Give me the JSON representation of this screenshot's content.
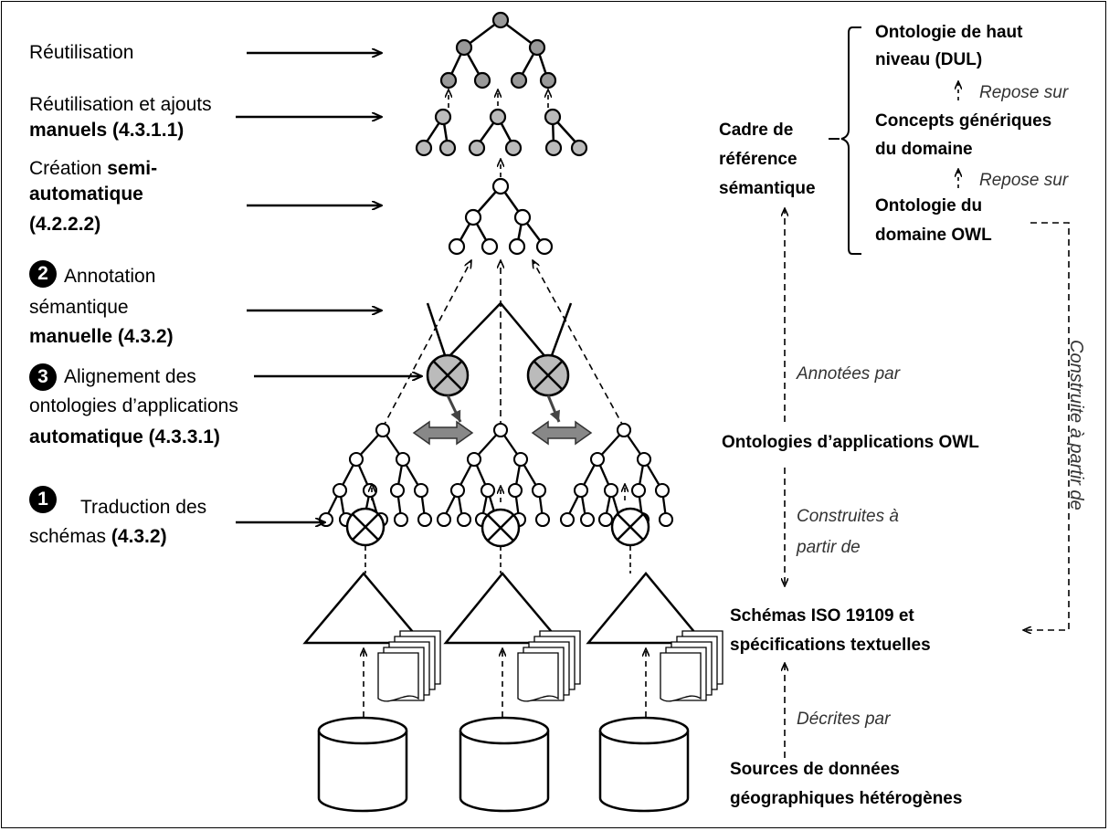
{
  "left": {
    "reuse": "Réutilisation",
    "reuse_manual_1": "Réutilisation et ajouts",
    "reuse_manual_2": "manuels (4.3.1.1)",
    "semi_1": "Création ",
    "semi_1b": "semi-",
    "semi_2": "automatique",
    "semi_3": "(4.2.2.2)",
    "step2_badge": "2",
    "step2_1": "Annotation",
    "step2_2": "sémantique",
    "step2_3": "manuelle (4.3.2)",
    "step3_badge": "3",
    "step3_1": "Alignement des",
    "step3_2": "ontologies d’applications",
    "step3_3": "automatique (4.3.3.1)",
    "step1_badge": "1",
    "step1_1": "Traduction des",
    "step1_2a": "schémas ",
    "step1_2b": "(4.3.2)"
  },
  "right": {
    "high_level_1": "Ontologie de haut",
    "high_level_2": "niveau (DUL)",
    "repose_1": "Repose sur",
    "generic_1": "Concepts génériques",
    "generic_2": "du domaine",
    "repose_2": "Repose sur",
    "domain_1": "Ontologie du",
    "domain_2": "domaine OWL",
    "frame_1": "Cadre de",
    "frame_2": "référence",
    "frame_3": "sémantique",
    "annotated_by": "Annotées par",
    "app_ontologies": "Ontologies d’applications  OWL",
    "built_from_1": "Construites à",
    "built_from_2": "partir de",
    "schemas_1": "Schémas ISO 19109 et",
    "schemas_2": "spécifications textuelles",
    "described_by": "Décrites par",
    "sources_1": "Sources de données",
    "sources_2": "géographiques hétérogènes",
    "vertical": "Construite à partir de"
  }
}
